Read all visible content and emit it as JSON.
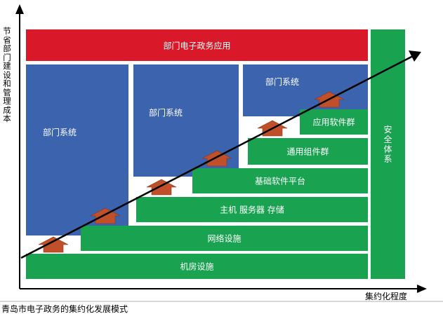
{
  "y_axis_label": "节省部门建设和管理成本",
  "x_axis_label": "集约化程度",
  "caption": "青岛市电子政务的集约化发展模式",
  "top_bar_label": "部门电子政务应用",
  "department_systems": [
    "部门系统",
    "部门系统",
    "部门系统"
  ],
  "security_label": "安全体系",
  "layers": [
    "机房设施",
    "网络设施",
    "主机 服务器 存储",
    "基础软件平台",
    "通用组件群",
    "应用软件群"
  ],
  "colors": {
    "red": "#d9182a",
    "blue": "#3c63ad",
    "green": "#19a350",
    "arrow_fill": "#c0502a"
  }
}
